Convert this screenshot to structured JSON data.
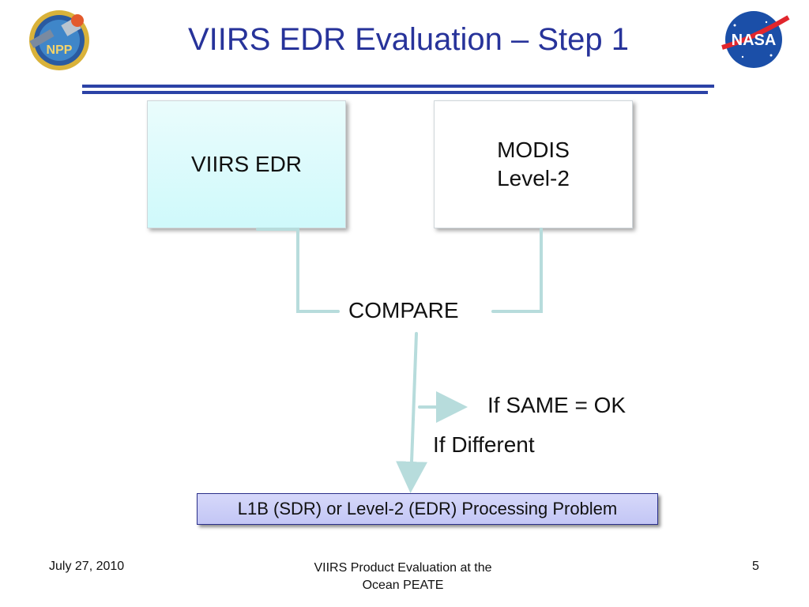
{
  "slide": {
    "title": "VIIRS EDR Evaluation – Step 1"
  },
  "logos": {
    "left": "npp-logo",
    "right": "nasa-logo"
  },
  "diagram": {
    "box_viirs": "VIIRS EDR",
    "box_modis": "MODIS\nLevel-2",
    "compare": "COMPARE",
    "if_same": "If SAME = OK",
    "if_different": "If Different",
    "result": "L1B (SDR) or Level-2 (EDR) Processing Problem"
  },
  "footer": {
    "date": "July 27, 2010",
    "center": "VIIRS Product Evaluation at the\nOcean PEATE",
    "page": "5"
  },
  "colors": {
    "title": "#27339a",
    "rule": "#2b42a6",
    "connector": "#b7dcdc",
    "viirs_fill": "#cff9fb",
    "result_fill": "#c9ccf7"
  }
}
